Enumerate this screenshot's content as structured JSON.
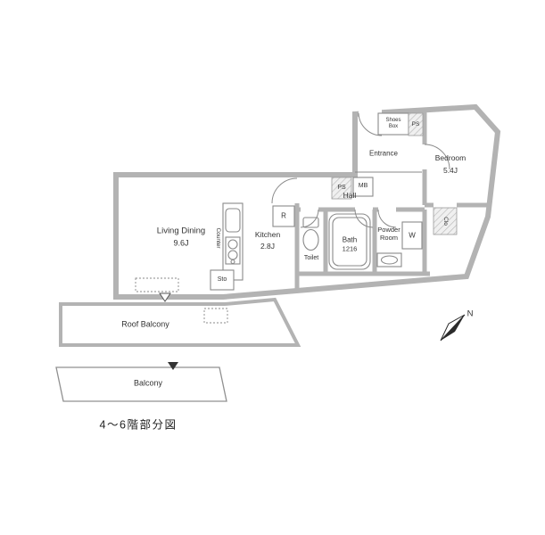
{
  "floorplan": {
    "caption": "4〜6階部分図",
    "compass": {
      "north": "N"
    },
    "rooms": {
      "living_dining": {
        "name": "Living Dining",
        "size": "9.6J"
      },
      "kitchen": {
        "name": "Kitchen",
        "size": "2.8J"
      },
      "bedroom": {
        "name": "Bedroom",
        "size": "5.4J"
      },
      "bath": {
        "name": "Bath",
        "size": "1216"
      },
      "powder_room": {
        "name": "Powder Room"
      },
      "toilet": {
        "name": "Toilet"
      },
      "hall": {
        "name": "Hall"
      },
      "entrance": {
        "name": "Entrance"
      },
      "roof_balcony": {
        "name": "Roof Balcony"
      },
      "balcony": {
        "name": "Balcony"
      }
    },
    "fixtures": {
      "shoes_box": "Shoes Box",
      "counter": "Counter",
      "closet": "Clo",
      "storage": "Sto",
      "washing_machine": "W",
      "refrigerator": "R",
      "meter_box": "MB",
      "pipe_space_hall": "PS",
      "pipe_space_entrance": "PS"
    },
    "colors": {
      "wall": "#b3b3b3",
      "fixture_line": "#8a8a8a",
      "text": "#333333",
      "background": "#ffffff"
    }
  }
}
